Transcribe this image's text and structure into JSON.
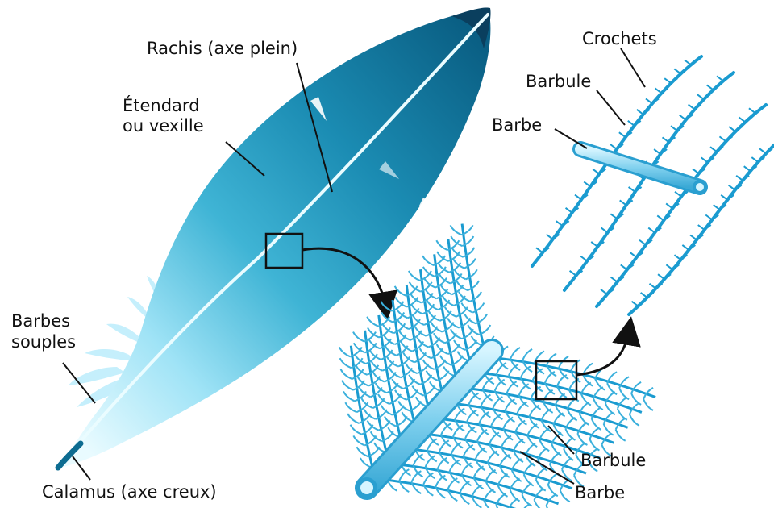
{
  "labels": {
    "rachis": "Rachis (axe plein)",
    "etendard_1": "Étendard",
    "etendard_2": "ou vexille",
    "barbes_souples_1": "Barbes",
    "barbes_souples_2": "souples",
    "calamus": "Calamus (axe creux)",
    "crochets": "Crochets",
    "barbule_top": "Barbule",
    "barbe_top": "Barbe",
    "barbule_bottom": "Barbule",
    "barbe_bottom": "Barbe"
  },
  "colors": {
    "feather_dark": "#0b6a8e",
    "feather_mid": "#2aa0c4",
    "feather_light": "#bfeffb",
    "barb_blue": "#1a9bd0",
    "barb_light": "#7fd3f1",
    "rod_light": "#a8e4f8",
    "line": "#111111"
  },
  "icons": [
    "arrow-icon",
    "zoom-box-icon"
  ]
}
